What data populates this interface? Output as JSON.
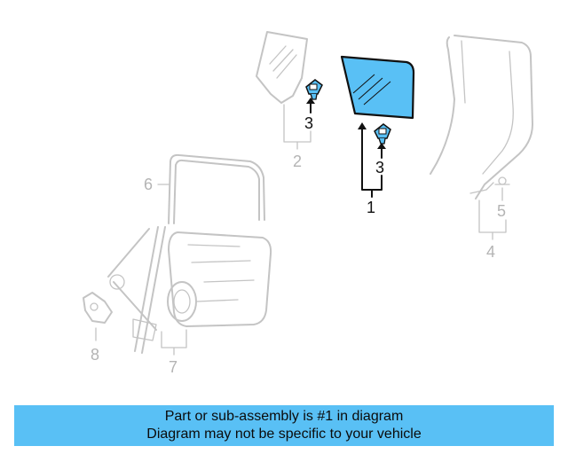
{
  "diagram": {
    "callouts": {
      "part1": "1",
      "part2": "2",
      "part3_upper": "3",
      "part3_lower": "3",
      "part4": "4",
      "part5": "5",
      "part6": "6",
      "part7": "7",
      "part8": "8"
    },
    "colors": {
      "highlight_fill": "#59c0f5",
      "highlight_stroke": "#111111",
      "ghost_stroke": "#c4c4c4",
      "ghost_label": "#b4b4b4"
    }
  },
  "banner": {
    "line1": "Part or sub-assembly is #1 in diagram",
    "line2": "Diagram may not be specific to your vehicle",
    "background": "#59c0f5"
  }
}
